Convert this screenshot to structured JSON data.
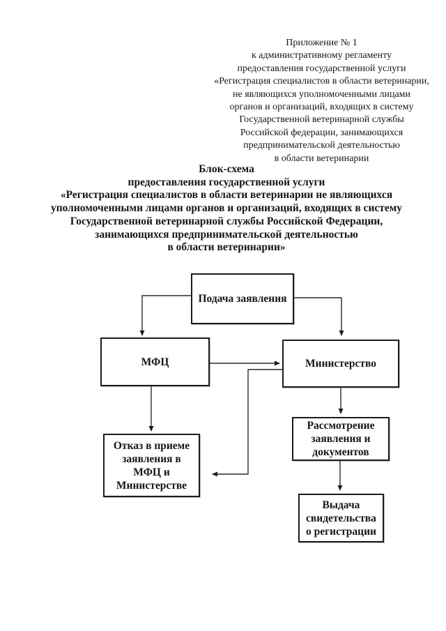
{
  "document": {
    "header_block": "Приложение № 1\nк административному регламенту\nпредоставления государственной услуги\n«Регистрация специалистов в области ветеринарии,\nне являющихся уполномоченными лицами\nорганов и организаций, входящих в систему\nГосударственной ветеринарной службы\nРоссийской федерации, занимающихся\nпредпринимательской деятельностью\nв области ветеринарии",
    "title_block": "Блок-схема\nпредоставления государственной услуги\n«Регистрация специалистов в области ветеринарии не являющихся\nуполномоченными лицами органов и организаций, входящих в систему\nГосударственной ветеринарной службы Российской Федерации,\nзанимающихся предпринимательской деятельностью\nв области ветеринарии»"
  },
  "flowchart": {
    "nodes": {
      "podacha": {
        "label": "Подача заявления"
      },
      "mfc": {
        "label": "МФЦ"
      },
      "ministry": {
        "label": "Министерство"
      },
      "otkaz": {
        "label": "Отказ в приеме\nзаявления в\nМФЦ и\nМинистерстве"
      },
      "rassmotrenie": {
        "label": "Рассмотрение\nзаявления и\nдокументов"
      },
      "vydacha": {
        "label": "Выдача\nсвидетельства\nо регистрации"
      }
    },
    "edges": [
      "подача-заявления → мфц",
      "подача-заявления → министерство",
      "мфц → министерство",
      "мфц → отказ-в-приеме",
      "министерство → отказ-в-приеме",
      "министерство → рассмотрение",
      "рассмотрение → выдача-свидетельства"
    ]
  },
  "colors": {
    "paper": "#ffffff",
    "ink": "#161616",
    "box_border": "#1c1c1c"
  }
}
